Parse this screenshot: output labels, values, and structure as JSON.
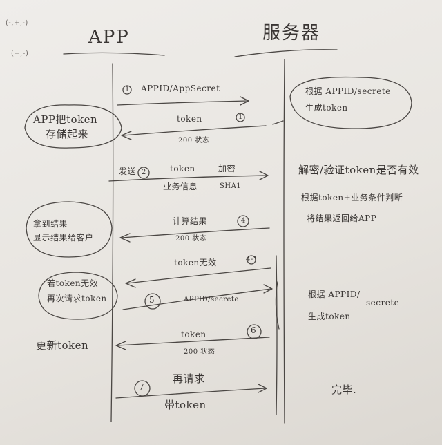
{
  "corner_marks": [
    "(-,+,-)",
    "(+,-)"
  ],
  "columns": {
    "app_title": "APP",
    "server_title": "服务器"
  },
  "app_notes": {
    "store_token": [
      "APP把token",
      "存储起来"
    ],
    "show_result": [
      "拿到结果",
      "显示结果给客户"
    ],
    "token_invalid": [
      "若token无效",
      "再次请求token"
    ],
    "refresh_token": "更新token"
  },
  "server_notes": {
    "generate_token_1": [
      "根据 APPID/secrete",
      "生成token"
    ],
    "verify": [
      "解密/验证token是否有效",
      "根据token+业务条件判断",
      "将结果返回给APP"
    ],
    "generate_token_2": [
      "根据 APPID/",
      "secrete",
      "生成token"
    ],
    "done": "完毕."
  },
  "steps": {
    "s1": {
      "num": "1",
      "label": "APPID/AppSecret"
    },
    "s1_reply": {
      "label": "token",
      "num": "1",
      "status": "200 状态"
    },
    "s2": {
      "send": "发送",
      "num": "2",
      "token": "token",
      "biz": "业务信息",
      "encrypt": "加密",
      "algo": "SHA1"
    },
    "s4": {
      "label": "计算结果",
      "num": "4",
      "status": "200 状态"
    },
    "s41": {
      "label": "token无效",
      "num": "4-1"
    },
    "s5": {
      "num": "5",
      "label": "APPID/secrete"
    },
    "s6": {
      "label": "token",
      "num": "6",
      "status": "200 状态"
    },
    "s7": {
      "num": "7",
      "label1": "再请求",
      "label2": "带token"
    }
  }
}
